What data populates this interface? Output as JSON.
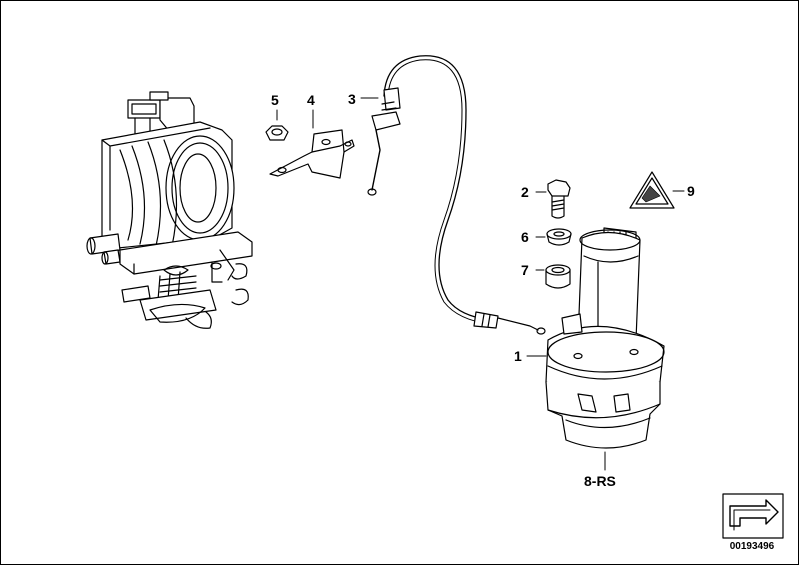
{
  "labels": {
    "p1": "1",
    "p2": "2",
    "p3": "3",
    "p4": "4",
    "p5": "5",
    "p6": "6",
    "p7": "7",
    "p8": "8-RS",
    "p9": "9"
  },
  "diagram_id": "00193496",
  "icons": {
    "warning_sticker": "triangle-warning-icon",
    "navigation_arrow": "arrow-icon"
  }
}
